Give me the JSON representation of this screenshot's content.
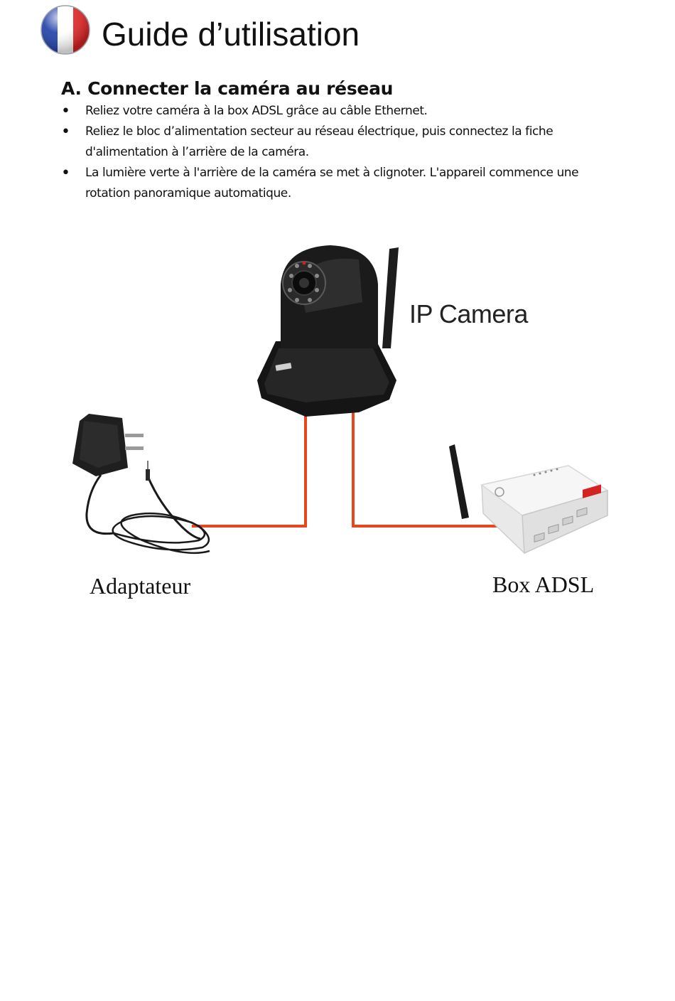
{
  "header": {
    "title": "Guide d’utilisation",
    "flag_icon": "france-flag-icon",
    "flag_colors": [
      "#1f3fa8",
      "#ffffff",
      "#e02424"
    ]
  },
  "section": {
    "heading": "A. Connecter la caméra au réseau",
    "bullets": [
      "Reliez votre caméra à la box ADSL grâce au câble Ethernet.",
      "Reliez le bloc d’alimentation secteur au réseau électrique, puis connectez la fiche d'alimentation à l’arrière de la caméra.",
      "La lumière verte à l'arrière de la caméra se met à clignoter. L'appareil commence une rotation panoramique automatique."
    ]
  },
  "diagram": {
    "camera_label": "IP Camera",
    "adapter_label": "Adaptateur",
    "router_label": "Box ADSL",
    "connection_color": "#e8461c",
    "icons": [
      "ip-camera-icon",
      "power-adapter-icon",
      "adsl-router-icon"
    ]
  }
}
